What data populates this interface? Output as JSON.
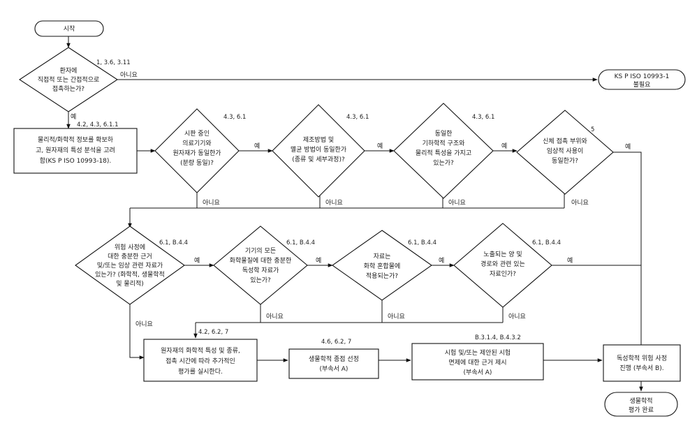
{
  "flowchart": {
    "start": {
      "lines": [
        "시작"
      ]
    },
    "d_patient_contact": {
      "lines": [
        "환자에",
        "직접적 또는 간접적으로",
        "접촉하는가?"
      ],
      "ref": "1, 3.6, 3.11",
      "no_label": "아니요",
      "yes_label": "예"
    },
    "end_not_needed": {
      "lines": [
        "KS P ISO 10993-1",
        "불필요"
      ]
    },
    "p_info": {
      "lines": [
        "물리적/화학적  정보를  확보하",
        "고, 원자재의 특성 분석을 고려",
        "함(KS P ISO 10993-18)."
      ],
      "ref": "4.2, 4.3, 6.1.1"
    },
    "d_marketed": {
      "lines": [
        "시판 중인",
        "의료기기와",
        "원자재가 동일한가",
        "(분량 동일)?"
      ],
      "ref": "4.3, 6.1",
      "yes_label": "예",
      "no_label": "아니요"
    },
    "d_process": {
      "lines": [
        "제조방법 및",
        "멸균 방법이 동일한가",
        "(종류 및 세부과정)?"
      ],
      "ref": "4.3, 6.1",
      "yes_label": "예",
      "no_label": "아니요"
    },
    "d_geometry": {
      "lines": [
        "동일한",
        "기하학적 구조와",
        "물리적 특성을 가지고",
        "있는가?"
      ],
      "ref": "4.3, 6.1",
      "yes_label": "예",
      "no_label": "아니요"
    },
    "d_body_contact": {
      "lines": [
        "신체 접촉 부위와",
        "임상적 사용이",
        "동일한가?"
      ],
      "ref": "5",
      "yes_label": "예",
      "no_label": "아니요"
    },
    "d_risk_data": {
      "lines": [
        "위험 사정에",
        "대한 충분한 근거",
        "및/또는 임상 관련 자료가",
        "있는가? (화학적, 생물학적",
        "및 물리적)"
      ],
      "ref": "6.1, B.4.4",
      "yes_label": "예",
      "no_label": "아니요"
    },
    "d_chem_tox": {
      "lines": [
        "기기의 모든",
        "화학물질에 대한 충분한",
        "독성학 자료가",
        "있는가?"
      ],
      "ref": "6.1, B.4.4",
      "yes_label": "예",
      "no_label": "아니요"
    },
    "d_mixture": {
      "lines": [
        "자료는",
        "화학 혼합물에",
        "적용되는가?"
      ],
      "ref": "6.1, B.4.4",
      "yes_label": "예",
      "no_label": "아니요"
    },
    "d_exposure": {
      "lines": [
        "노출되는 양 및",
        "경로와 관련 있는",
        "자료인가?"
      ],
      "ref": "6.1, B.4.4",
      "yes_label": "예",
      "no_label": "아니요"
    },
    "p_additional_eval": {
      "lines": [
        "원자재의 화학적 특성 및 종류,",
        "접촉 시간에 따라 추가적인",
        "평가를 실시한다."
      ],
      "ref": "4.2, 6.2, 7"
    },
    "p_endpoints": {
      "lines": [
        "생물학적 종점 선정",
        "(부속서 A)"
      ],
      "ref": "4.6, 6.2, 7"
    },
    "p_waiver": {
      "lines": [
        "시험 및/또는 제안된 시험",
        "면제에 대한 근거 제시",
        "(부속서 A)"
      ],
      "ref": "B.3.1.4, B.4.3.2"
    },
    "p_tox_risk": {
      "lines": [
        "독성학적 위험 사정",
        "진행 (부속서 B)."
      ]
    },
    "end_complete": {
      "lines": [
        "생물학적",
        "평가 완료"
      ]
    }
  }
}
